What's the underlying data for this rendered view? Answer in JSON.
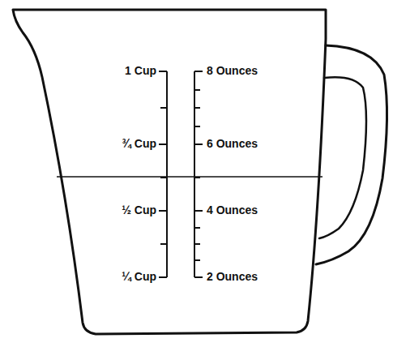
{
  "diagram": {
    "labels": [
      "1 Cup",
      "¾ Cup",
      "½ Cup",
      "¼ Cup",
      "8 Ounces",
      "6 Ounces",
      "4 Ounces",
      "2 Ounces"
    ]
  }
}
